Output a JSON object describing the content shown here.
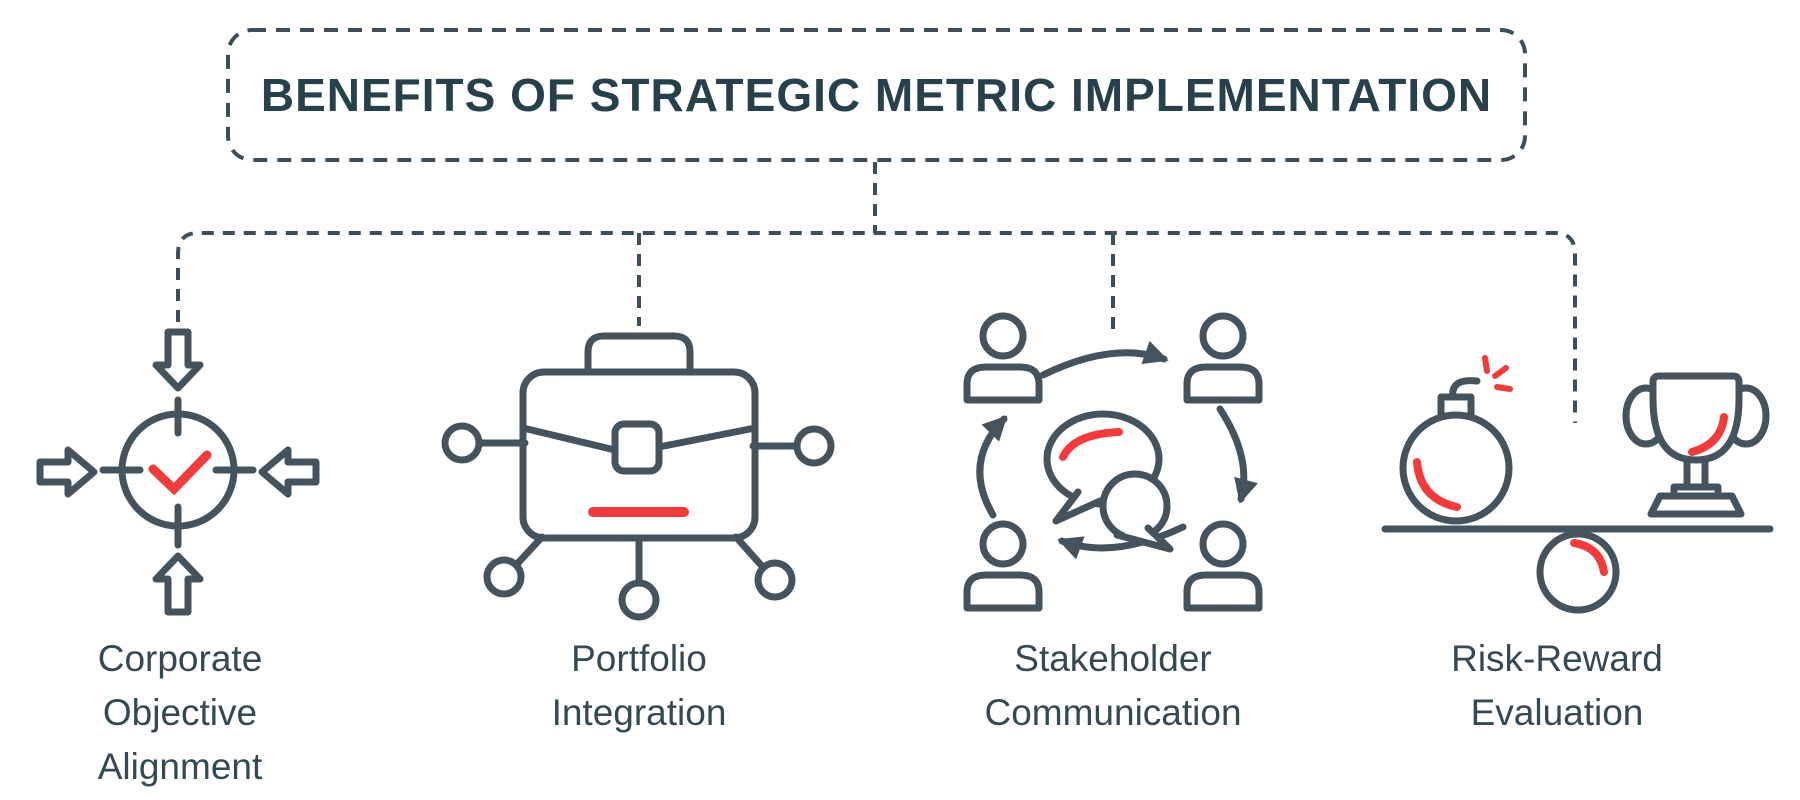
{
  "header": {
    "title": "BENEFITS OF STRATEGIC METRIC IMPLEMENTATION"
  },
  "colors": {
    "line_slate": "#44535d",
    "dash_slate": "#3e4e59",
    "accent_red": "#f23c3c",
    "title_text": "#26404c",
    "label_text": "#354953",
    "background": "#ffffff"
  },
  "branches": [
    {
      "icon": "target-converging-arrows-check-icon",
      "label_lines": [
        "Corporate",
        "Objective",
        "Alignment"
      ]
    },
    {
      "icon": "briefcase-network-icon",
      "label_lines": [
        "Portfolio",
        "Integration"
      ]
    },
    {
      "icon": "people-communication-cycle-icon",
      "label_lines": [
        "Stakeholder",
        "Communication"
      ]
    },
    {
      "icon": "bomb-trophy-balance-icon",
      "label_lines": [
        "Risk-Reward",
        "Evaluation"
      ]
    }
  ]
}
